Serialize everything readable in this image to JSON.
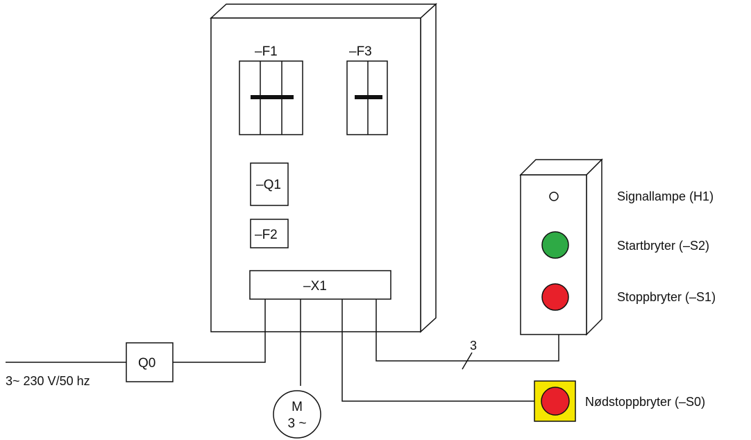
{
  "cabinet": {
    "fuse_f1": "–F1",
    "fuse_f3": "–F3",
    "contactor": "–Q1",
    "overload": "–F2",
    "terminal": "–X1"
  },
  "supply": {
    "label": "3~ 230 V/50 hz",
    "switch": "Q0"
  },
  "motor": {
    "symbol": "M",
    "phases": "3 ~"
  },
  "cable": {
    "conductors": "3"
  },
  "control_panel": {
    "signal_lamp": "Signallampe (H1)",
    "start_button": "Startbryter (–S2)",
    "stop_button": "Stoppbryter (–S1)"
  },
  "emergency_stop": {
    "label": "Nødstoppbryter (–S0)"
  },
  "colors": {
    "start": "#2eaa45",
    "stop": "#e8202a",
    "emergency_housing": "#f5e600",
    "line": "#111111"
  }
}
